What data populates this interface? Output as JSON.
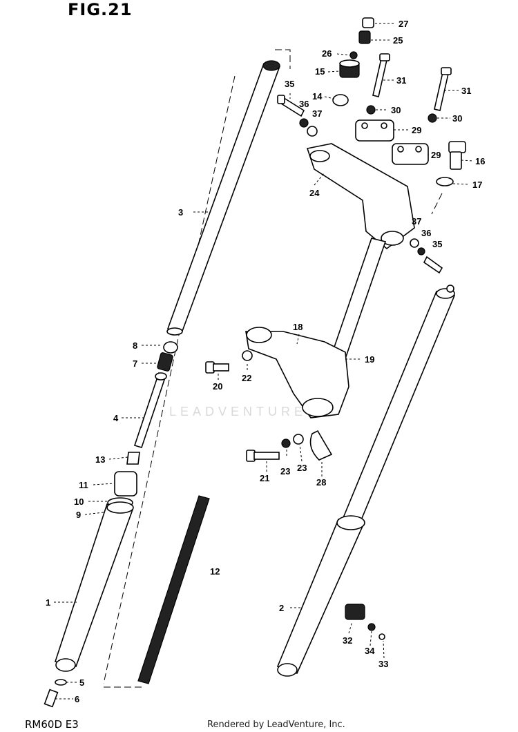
{
  "figure": {
    "title": "FIG.21",
    "model_code": "RM60D E3",
    "credit": "Rendered by LeadVenture, Inc.",
    "watermark": "LEADVENTURE"
  },
  "callouts": [
    "1",
    "2",
    "3",
    "4",
    "5",
    "6",
    "7",
    "8",
    "9",
    "10",
    "11",
    "12",
    "13",
    "14",
    "15",
    "16",
    "17",
    "18",
    "19",
    "20",
    "21",
    "22",
    "23",
    "23",
    "24",
    "25",
    "26",
    "27",
    "28",
    "29",
    "29",
    "30",
    "30",
    "31",
    "31",
    "32",
    "33",
    "34",
    "35",
    "35",
    "36",
    "36",
    "37",
    "37"
  ]
}
